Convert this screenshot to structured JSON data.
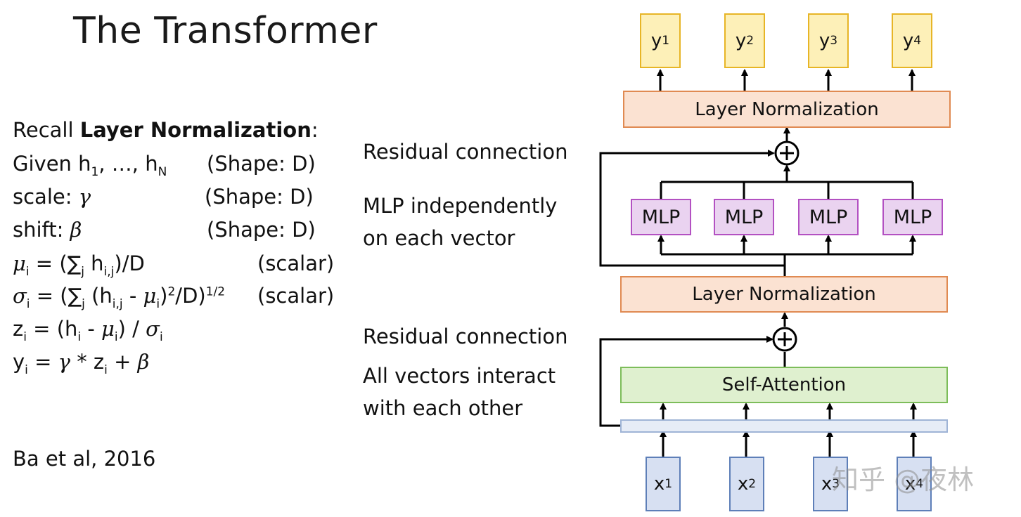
{
  "title": "The Transformer",
  "notes": {
    "recall_prefix": "Recall ",
    "recall_bold": "Layer Normalization",
    "recall_suffix": ":",
    "given_prefix": "Given h",
    "given_sub1": "1",
    "given_mid": ", …, h",
    "given_subN": "N",
    "given_shape": "(Shape: D)",
    "scale_label": "scale: ",
    "scale_symbol": "γ",
    "scale_shape": "(Shape: D)",
    "shift_label": "shift: ",
    "shift_symbol": "β",
    "shift_shape": "(Shape: D)",
    "mu": {
      "sym": "μ",
      "sub": "i",
      "eq": " = (∑",
      "sum_sub": "j",
      "h": " h",
      "h_sub": "i,j",
      "rest": ")/D",
      "kind": "(scalar)"
    },
    "sigma": {
      "sym": "σ",
      "sub": "i",
      "eq": " = (∑",
      "sum_sub": "j",
      "h": " (h",
      "h_sub": "i,j",
      "minus": " - ",
      "mu_sym": "μ",
      "mu_sub": "i",
      "close": ")",
      "sq": "2",
      "divD": "/D)",
      "pow": "1/2",
      "kind": "(scalar)"
    },
    "z": {
      "z": "z",
      "z_sub": "i",
      "eq": " = (h",
      "h_sub": "i",
      "minus": " - ",
      "mu_sym": "μ",
      "mu_sub": "i",
      "div": ") / ",
      "sigma_sym": "σ",
      "sigma_sub": "i"
    },
    "y": {
      "y": "y",
      "y_sub": "i",
      "eq": " = ",
      "gamma": "γ",
      "times": " * z",
      "z_sub": "i",
      "plus": " + ",
      "beta": "β"
    }
  },
  "citation": "Ba et al, 2016",
  "labels": {
    "residual_top": "Residual connection",
    "mlp_line1": "MLP independently",
    "mlp_line2": "on each vector",
    "residual_bottom": "Residual connection",
    "attn_line1": "All vectors interact",
    "attn_line2": "with each other"
  },
  "outputs": [
    {
      "base": "y",
      "sub": "1"
    },
    {
      "base": "y",
      "sub": "2"
    },
    {
      "base": "y",
      "sub": "3"
    },
    {
      "base": "y",
      "sub": "4"
    }
  ],
  "inputs": [
    {
      "base": "x",
      "sub": "1"
    },
    {
      "base": "x",
      "sub": "2"
    },
    {
      "base": "x",
      "sub": "3"
    },
    {
      "base": "x",
      "sub": "4"
    }
  ],
  "blocks": {
    "layer_norm_top": "Layer Normalization",
    "layer_norm_mid": "Layer Normalization",
    "self_attention": "Self-Attention",
    "mlp": [
      "MLP",
      "MLP",
      "MLP",
      "MLP"
    ],
    "plus_symbol": "+"
  },
  "watermark": "知乎 @夜林",
  "colors": {
    "output_fill": "#fdf0b8",
    "output_border": "#e7b526",
    "input_fill": "#d7e0f2",
    "input_border": "#5e7fb8",
    "layernorm_fill": "#fbe2d2",
    "layernorm_border": "#e08a52",
    "mlp_fill": "#ead3f0",
    "mlp_border": "#b351c2",
    "attention_fill": "#dff0cf",
    "attention_border": "#7dbd5a"
  }
}
